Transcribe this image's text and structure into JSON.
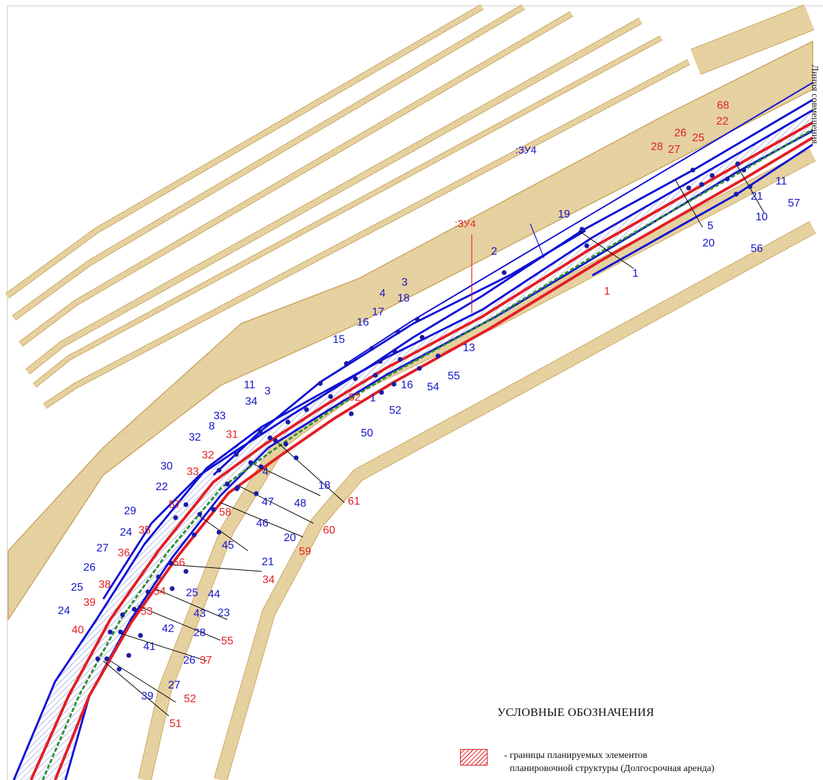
{
  "side_label": "Линия совмещения",
  "legend": {
    "title": "УСЛОВНЫЕ ОБОЗНАЧЕНИЯ",
    "item_line1": "- границы планируемых элементов",
    "item_line2": "планировочной структуры (Долгосрочная аренда)"
  },
  "parcel_labels": {
    "blue": ":ЗУ4",
    "red": ":ЗУ4"
  },
  "colors": {
    "sand": "#e6cf9a",
    "sand_edge": "#c9a560",
    "blue": "#1010d6",
    "red": "#e31e24",
    "green": "#2f8f2f",
    "hatch": "#6f7fd0"
  },
  "point_labels_blue": [
    "11",
    "57",
    "21",
    "10",
    "56",
    "19",
    "1",
    "2",
    "3",
    "4",
    "18",
    "17",
    "16",
    "15",
    "13",
    "55",
    "54",
    "16",
    "1",
    "52",
    "50",
    "11",
    "34",
    "3",
    "33",
    "8",
    "32",
    "30",
    "22",
    "29",
    "24",
    "27",
    "26",
    "25",
    "24",
    "4",
    "18",
    "47",
    "48",
    "20",
    "46",
    "45",
    "21",
    "44",
    "25",
    "23",
    "43",
    "42",
    "28",
    "41",
    "26",
    "27",
    "39",
    "20",
    "5"
  ],
  "point_labels_red": [
    "68",
    "22",
    "26",
    "25",
    "28",
    "27",
    "1",
    "62",
    "61",
    "60",
    "59",
    "31",
    "32",
    "33",
    "57",
    "58",
    "35",
    "56",
    "36",
    "54",
    "38",
    "39",
    "53",
    "40",
    "34",
    "55",
    "37",
    "52",
    "51"
  ]
}
